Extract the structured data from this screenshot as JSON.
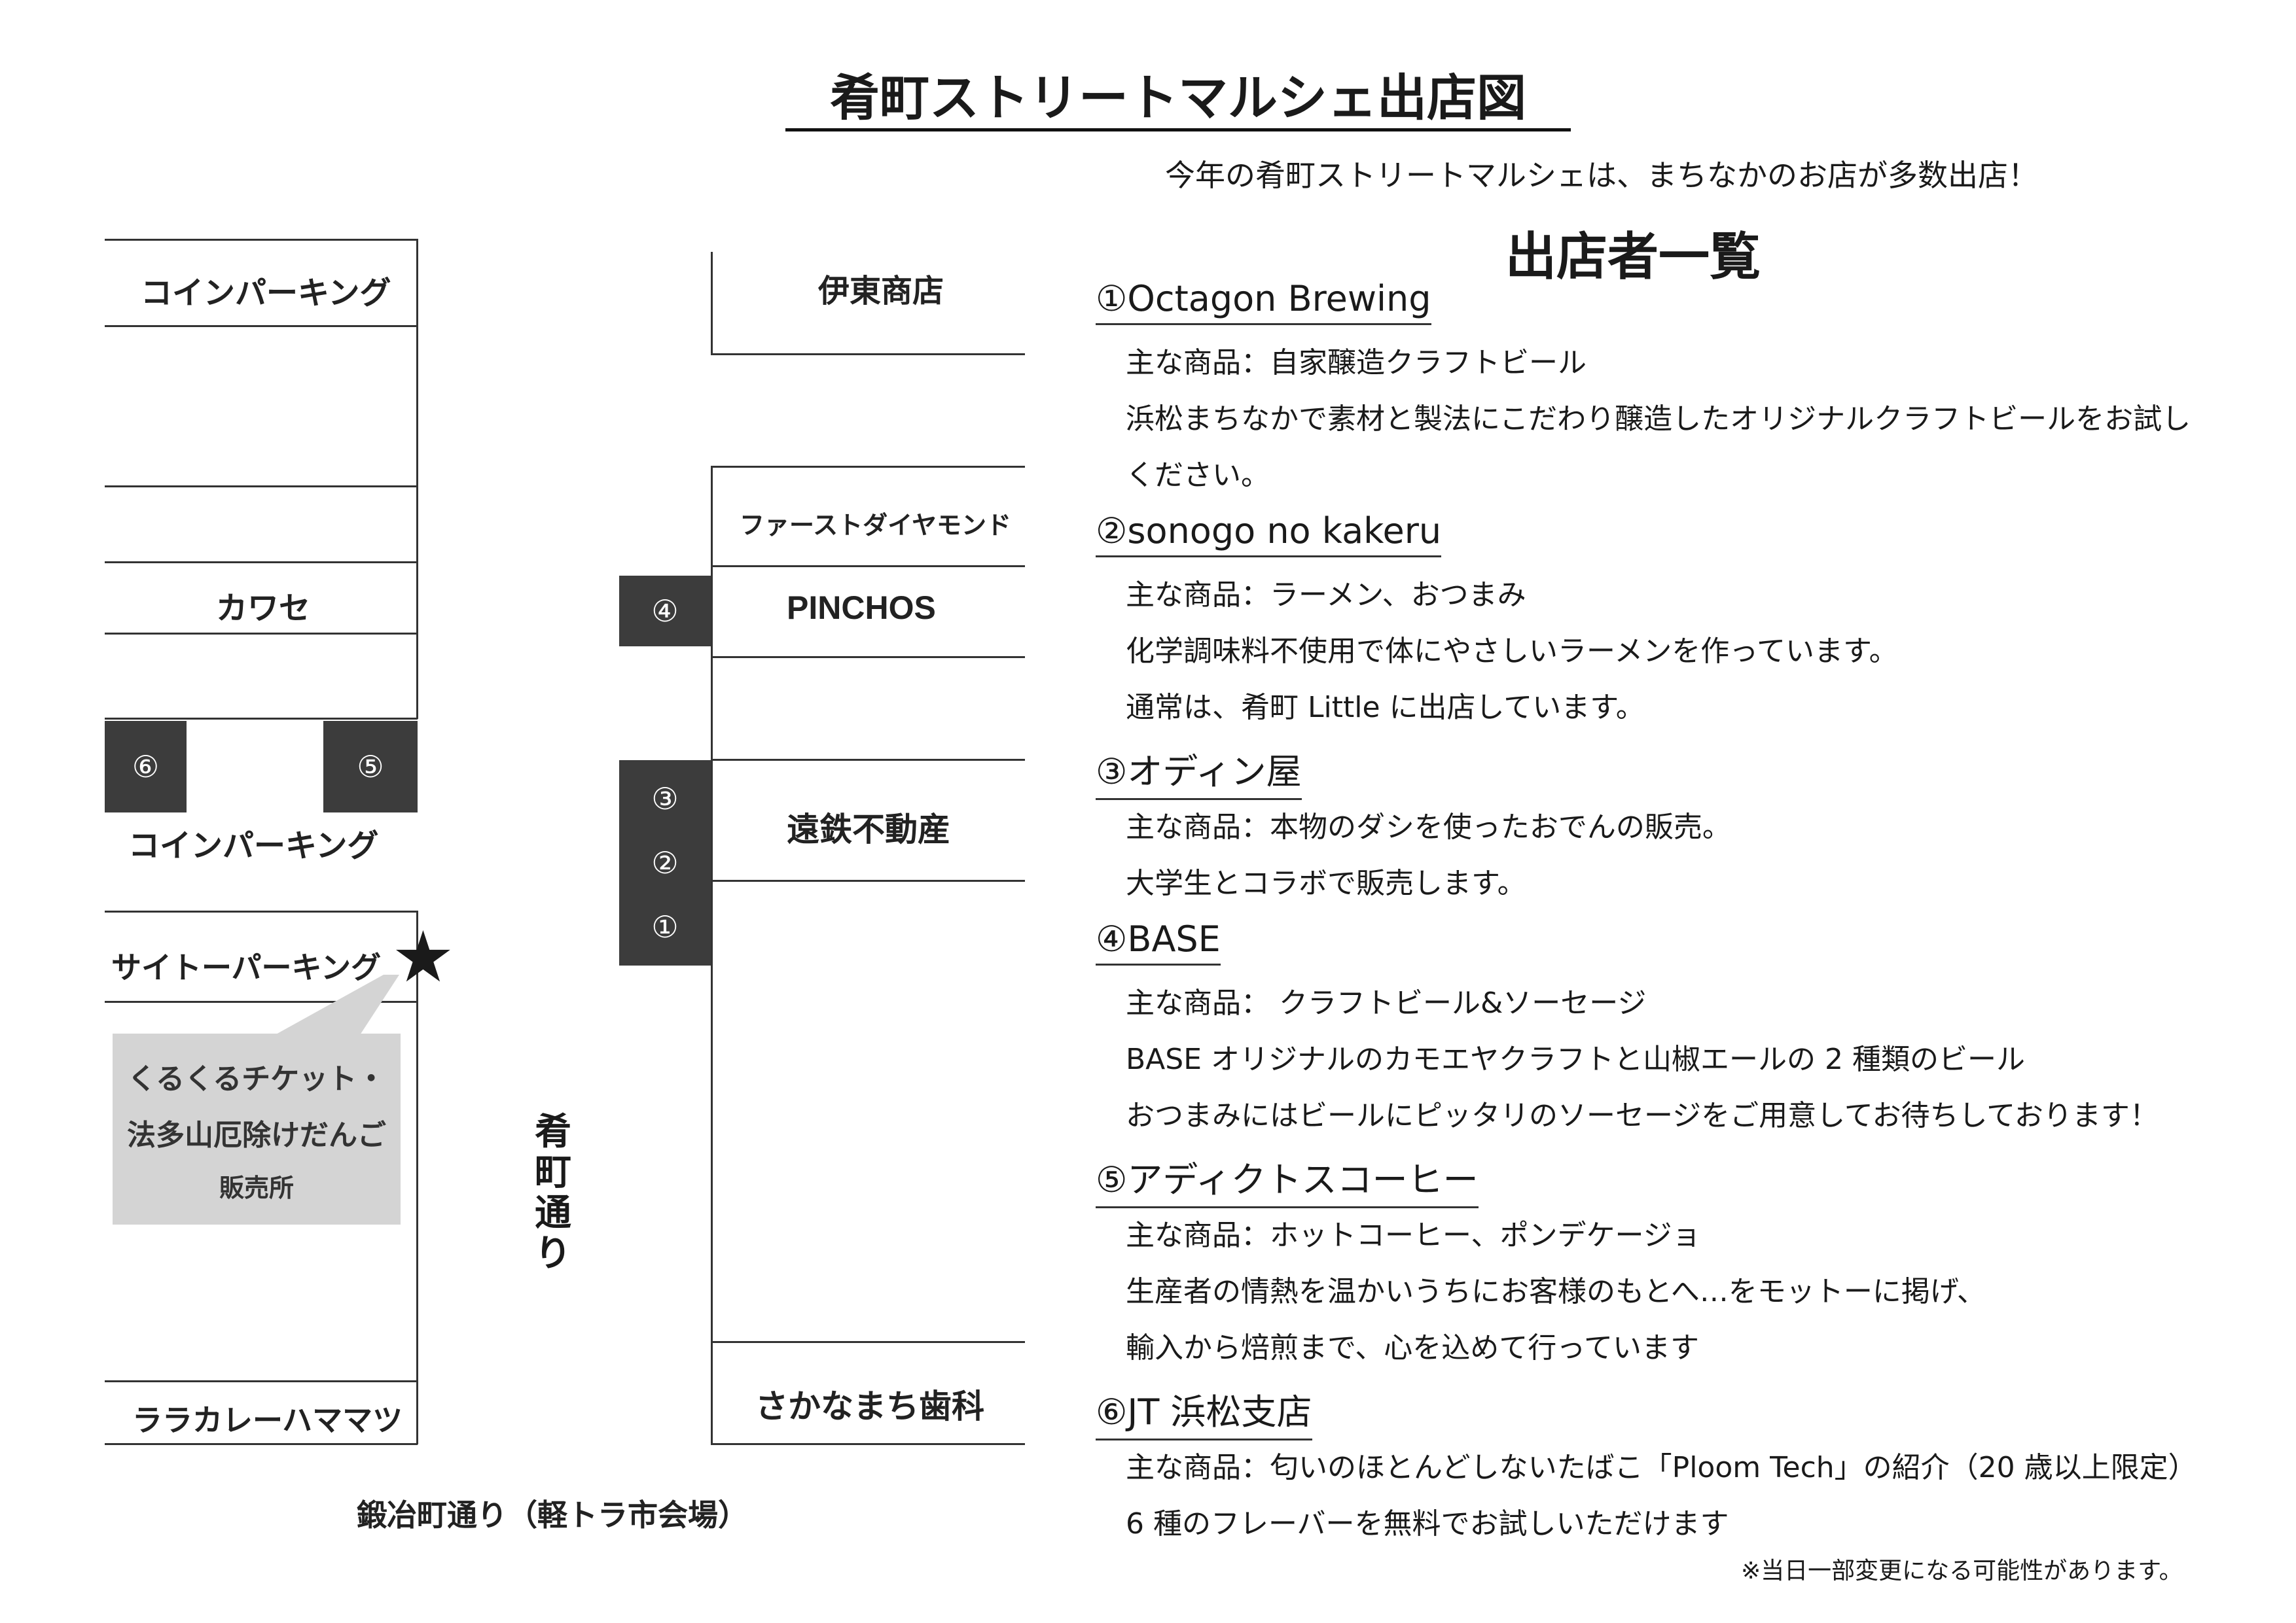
{
  "title": "肴町ストリートマルシェ出店図",
  "intro": "今年の肴町ストリートマルシェは、まちなかのお店が多数出店！",
  "map": {
    "left_labels": {
      "coin_parking_top": "コインパーキング",
      "kawase": "カワセ",
      "coin_parking_mid": "コインパーキング",
      "saito_parking": "サイトーパーキング",
      "lala_curry": "ララカレーハママツ"
    },
    "right_labels": {
      "ito": "伊東商店",
      "first_diamond": "ファーストダイヤモンド",
      "pinchos": "PINCHOS",
      "entetsu": "遠鉄不動産",
      "sakanamachi": "さかなまち歯科"
    },
    "booths": {
      "b4": "④",
      "b6": "⑥",
      "b5": "⑤",
      "b3": "③",
      "b2": "②",
      "b1": "①"
    },
    "star": "★",
    "ticket_box": [
      "くるくるチケット・",
      "法多山厄除けだんご",
      "販売所"
    ],
    "street_vertical": "肴町通り",
    "street_bottom": "鍛冶町通り（軽トラ市会場）"
  },
  "list_heading": "出店者一覧",
  "shops": [
    {
      "name": "①Octagon Brewing",
      "lines": [
        "主な商品：自家醸造クラフトビール",
        "浜松まちなかで素材と製法にこだわり醸造したオリジナルクラフトビールをお試し",
        "ください。"
      ]
    },
    {
      "name": "②sonogo no kakeru",
      "lines": [
        "主な商品：ラーメン、おつまみ",
        "化学調味料不使用で体にやさしいラーメンを作っています。",
        "通常は、肴町 Little に出店しています。"
      ]
    },
    {
      "name": "③オディン屋",
      "lines": [
        "主な商品：本物のダシを使ったおでんの販売。",
        "大学生とコラボで販売します。"
      ]
    },
    {
      "name": "④BASE",
      "lines": [
        "主な商品： クラフトビール&ソーセージ",
        "BASE オリジナルのカモエヤクラフトと山椒エールの 2 種類のビール",
        "おつまみにはビールにピッタリのソーセージをご用意してお待ちしております！"
      ]
    },
    {
      "name": "⑤アディクトスコーヒー",
      "lines": [
        "主な商品：ホットコーヒー、ポンデケージョ",
        "生産者の情熱を温かいうちにお客様のもとへ…をモットーに掲げ、",
        "輸入から焙煎まで、心を込めて行っています"
      ]
    },
    {
      "name": "⑥JT 浜松支店",
      "lines": [
        "主な商品：匂いのほとんどしないたばこ「Ploom Tech」の紹介（20 歳以上限定）",
        "6 種のフレーバーを無料でお試しいただけます"
      ]
    }
  ],
  "note": "※当日一部変更になる可能性があります。"
}
